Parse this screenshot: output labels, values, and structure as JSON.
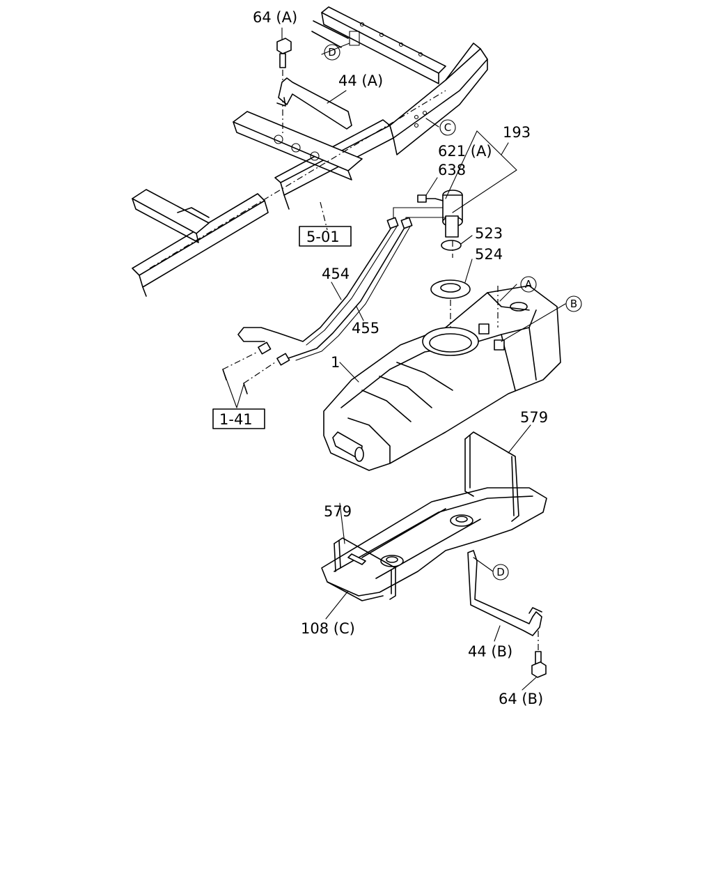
{
  "labels": {
    "p64a": "64 (A)",
    "p44a": "44 (A)",
    "p193": "193",
    "p621a": "621 (A)",
    "p638": "638",
    "p523": "523",
    "p524": "524",
    "p454": "454",
    "p455": "455",
    "p1": "1",
    "p579_right": "579",
    "p579_left": "579",
    "p108c": "108 (C)",
    "p44b": "44 (B)",
    "p64b": "64 (B)"
  },
  "section_refs": {
    "frame": "5-01",
    "piping": "1-41"
  },
  "callouts": {
    "a": "A",
    "b": "B",
    "c": "C",
    "d_top": "D",
    "d_bottom": "D"
  }
}
